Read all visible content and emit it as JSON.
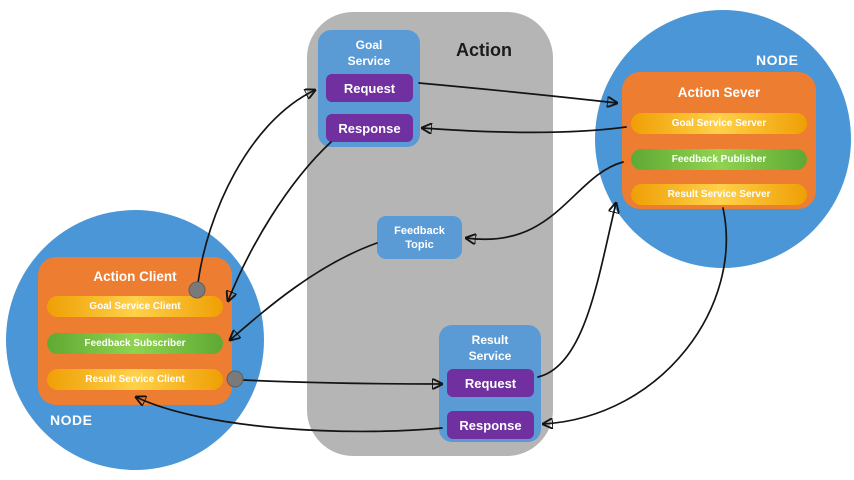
{
  "action_panel": {
    "title": "Action",
    "goal_service": {
      "line1": "Goal",
      "line2": "Service",
      "request": "Request",
      "response": "Response"
    },
    "feedback_topic": {
      "line1": "Feedback",
      "line2": "Topic"
    },
    "result_service": {
      "line1": "Result",
      "line2": "Service",
      "request": "Request",
      "response": "Response"
    }
  },
  "client_node": {
    "node_label": "NODE",
    "title": "Action Client",
    "pills": [
      {
        "label": "Goal Service Client",
        "color": "yellow"
      },
      {
        "label": "Feedback Subscriber",
        "color": "green"
      },
      {
        "label": "Result Service Client",
        "color": "yellow"
      }
    ]
  },
  "server_node": {
    "node_label": "NODE",
    "title": "Action Sever",
    "pills": [
      {
        "label": "Goal Service Server",
        "color": "yellow"
      },
      {
        "label": "Feedback Publisher",
        "color": "green"
      },
      {
        "label": "Result Service Server",
        "color": "yellow"
      }
    ]
  },
  "colors": {
    "circle_blue": "#4a96d6",
    "box_blue": "#5b9bd5",
    "panel_gray": "#b5b5b5",
    "orange": "#ed7d31",
    "purple": "#7030a0",
    "pill_yellow": "#ffc23a",
    "pill_green": "#7cc142",
    "arrow_black": "#141414"
  }
}
